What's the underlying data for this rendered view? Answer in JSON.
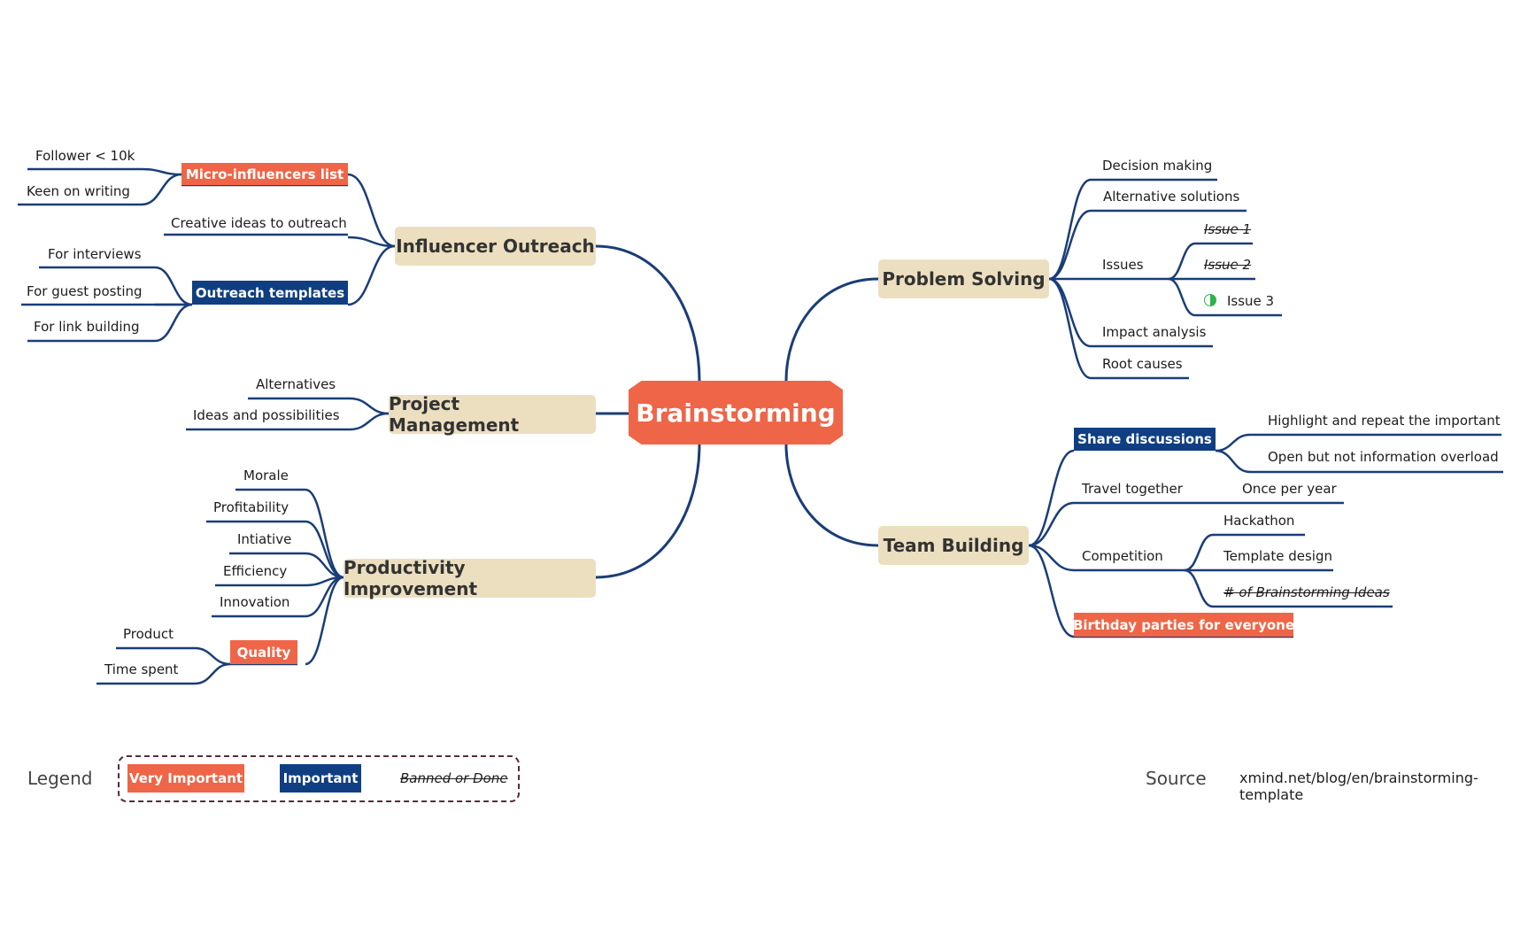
{
  "colors": {
    "line": "#1a3d78",
    "very_important": "#ef6547",
    "important": "#0f3f82",
    "topic_bg": "#ecdfc0"
  },
  "central": "Brainstorming",
  "influencer": {
    "title": "Influencer Outreach",
    "micro": "Micro-influencers list",
    "follower": "Follower < 10k",
    "keen": "Keen on writing",
    "creative": "Creative ideas to outreach",
    "templates": "Outreach templates",
    "interviews": "For interviews",
    "guest": "For guest posting",
    "link": "For link building"
  },
  "project": {
    "title": "Project Management",
    "alternatives": "Alternatives",
    "ideas": "Ideas and possibilities"
  },
  "productivity": {
    "title": "Productivity Improvement",
    "morale": "Morale",
    "profitability": "Profitability",
    "initiative": "Intiative",
    "efficiency": "Efficiency",
    "innovation": "Innovation",
    "quality": "Quality",
    "product": "Product",
    "time": "Time spent"
  },
  "problem": {
    "title": "Problem Solving",
    "decision": "Decision making",
    "alternative": "Alternative solutions",
    "issues": "Issues",
    "issue1": "Issue 1",
    "issue2": "Issue 2",
    "issue3": "Issue 3",
    "impact": "Impact analysis",
    "root": "Root causes"
  },
  "team": {
    "title": "Team Building",
    "share": "Share discussions",
    "highlight": "Highlight and repeat the important",
    "open": "Open but not information overload",
    "travel": "Travel together",
    "once": "Once per year",
    "competition": "Competition",
    "hackathon": "Hackathon",
    "template": "Template design",
    "ideas": "# of Brainstorming Ideas",
    "birthday": "Birthday parties for everyone"
  },
  "legend": {
    "title": "Legend",
    "very_important": "Very Important",
    "important": "Important",
    "banned": "Banned or Done"
  },
  "source": {
    "title": "Source",
    "url": "xmind.net/blog/en/brainstorming-template"
  }
}
